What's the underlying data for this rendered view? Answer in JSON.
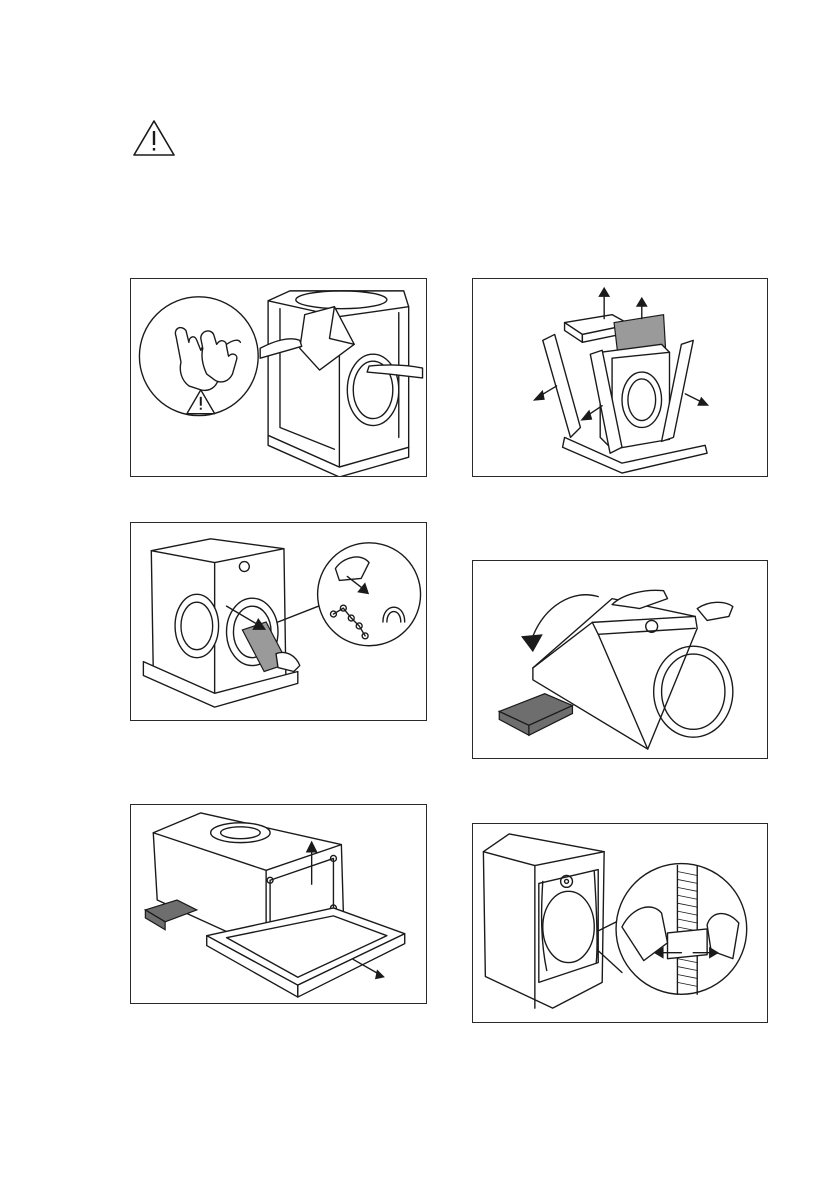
{
  "page": {
    "warning_icon": "warning-triangle-icon",
    "step_icons": [
      "gloves-icon",
      "warning-triangle-icon",
      "arrow-up-icon",
      "arrow-out-icon",
      "rotate-arrow-icon"
    ]
  },
  "figures": [
    {
      "id": "remove-packaging-cover"
    },
    {
      "id": "remove-polystyrene-corners"
    },
    {
      "id": "remove-accessory-bag"
    },
    {
      "id": "tilt-machine-back"
    },
    {
      "id": "remove-base-tray"
    },
    {
      "id": "release-hose-clip"
    }
  ]
}
